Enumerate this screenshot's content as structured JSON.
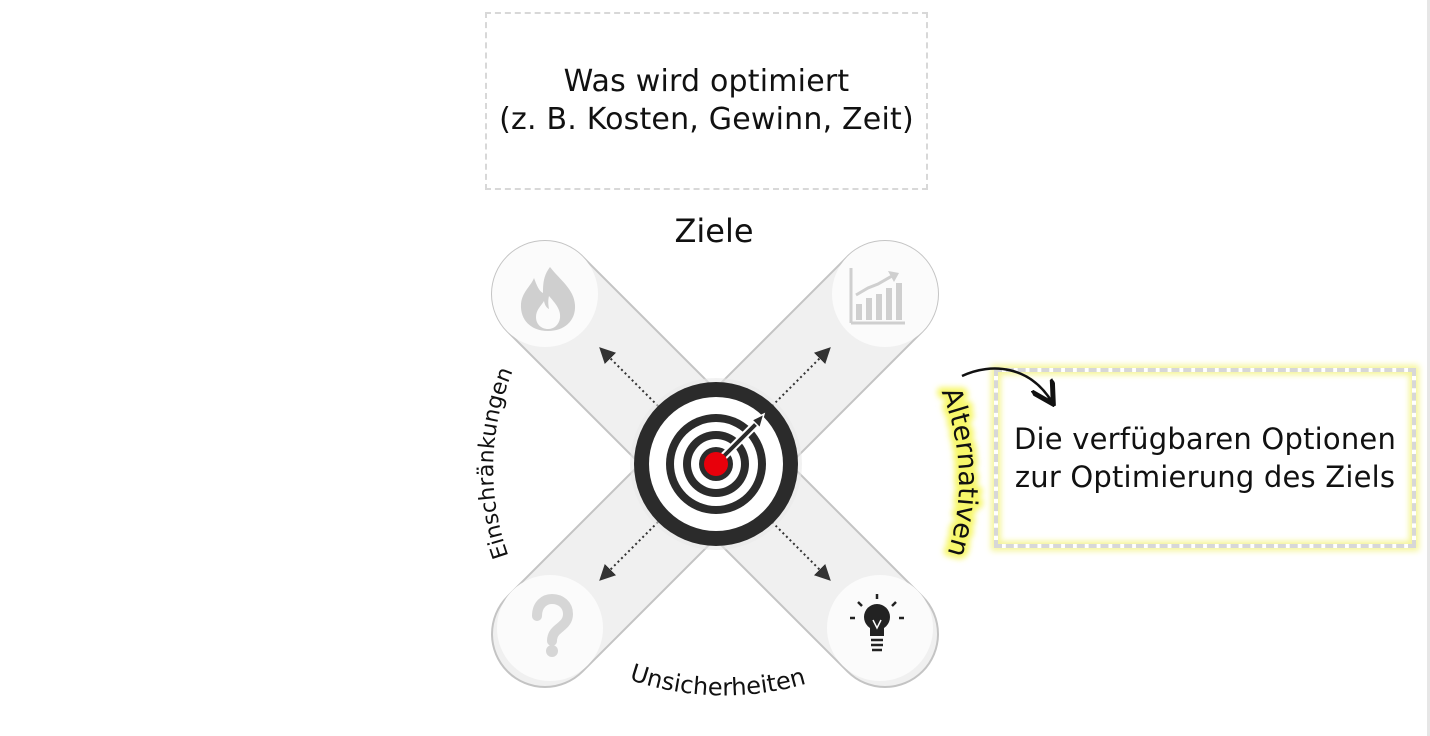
{
  "objective_box": {
    "line1": "Was wird optimiert",
    "line2": "(z. B. Kosten, Gewinn, Zeit)"
  },
  "alternatives_box": {
    "line1": "Die verfügbaren Optionen",
    "line2": "zur Optimierung des Ziels"
  },
  "labels": {
    "goals": "Ziele",
    "constraints": "Einschränkungen",
    "alternatives": "Alternativen",
    "uncertainties": "Unsicherheiten"
  },
  "icons": {
    "top_left": "fire-icon",
    "top_right": "bar-chart-icon",
    "bottom_left": "question-mark-icon",
    "bottom_right": "lightbulb-icon",
    "center": "target-icon"
  },
  "colors": {
    "band": "#f0f0f0",
    "band_outline": "#c4c4c4",
    "icon_grey": "#cfcfcf",
    "target_ring": "#2b2b2b",
    "bullseye": "#e8000b",
    "highlight": "#f7f76a"
  }
}
